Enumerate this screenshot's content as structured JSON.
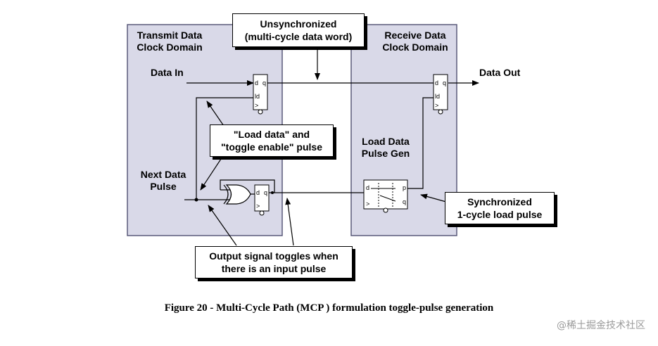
{
  "domains": {
    "transmit": {
      "line1": "Transmit Data",
      "line2": "Clock Domain"
    },
    "receive": {
      "line1": "Receive Data",
      "line2": "Clock Domain"
    }
  },
  "signals": {
    "data_in": "Data In",
    "data_out": "Data Out",
    "next_data_line1": "Next Data",
    "next_data_line2": "Pulse",
    "pulse_gen_line1": "Load Data",
    "pulse_gen_line2": "Pulse Gen"
  },
  "callouts": {
    "unsync": {
      "line1": "Unsynchronized",
      "line2": "(multi-cycle data word)"
    },
    "load": {
      "line1": "\"Load data\" and",
      "line2": "\"toggle enable\" pulse"
    },
    "sync": {
      "line1": "Synchronized",
      "line2": "1-cycle load pulse"
    },
    "toggle": {
      "line1": "Output signal toggles when",
      "line2": "there is an input pulse"
    }
  },
  "pins": {
    "d": "d",
    "q": "q",
    "ld": "ld",
    "clk": ">",
    "p": "p"
  },
  "caption": "Figure 20 - Multi-Cycle Path (MCP ) formulation toggle-pulse generation",
  "watermark": "@稀土掘金技术社区",
  "colors": {
    "domain_fill": "#d9d9e8",
    "domain_border": "#5a5a7a"
  }
}
